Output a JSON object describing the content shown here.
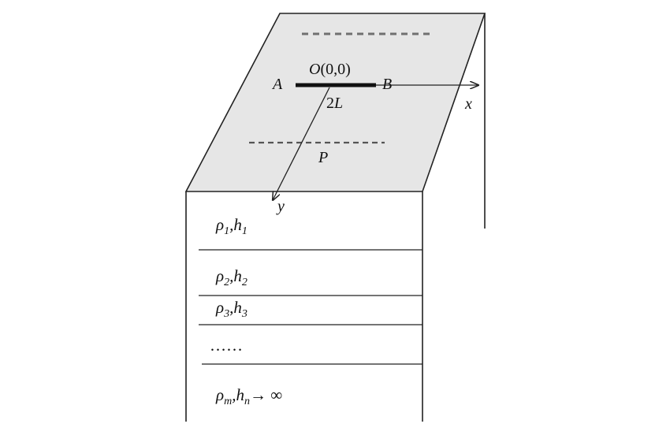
{
  "labels": {
    "point_a": "A",
    "origin": "O(0,0)",
    "point_b": "B",
    "x_axis": "x",
    "y_axis": "y",
    "half_length": "2L",
    "point_p": "P"
  },
  "layers": [
    {
      "rho_sub": "1",
      "h_sub": "1",
      "suffix": ""
    },
    {
      "rho_sub": "2",
      "h_sub": "2",
      "suffix": ""
    },
    {
      "rho_sub": "3",
      "h_sub": "3",
      "suffix": ""
    },
    {
      "ellipsis": "……"
    },
    {
      "rho_sub": "m",
      "h_sub": "n",
      "suffix": "→ ∞"
    }
  ],
  "colors": {
    "surface_fill": "#e6e6e6",
    "line": "#222222",
    "dash_top": "#707070",
    "dash_mid": "#555555"
  }
}
